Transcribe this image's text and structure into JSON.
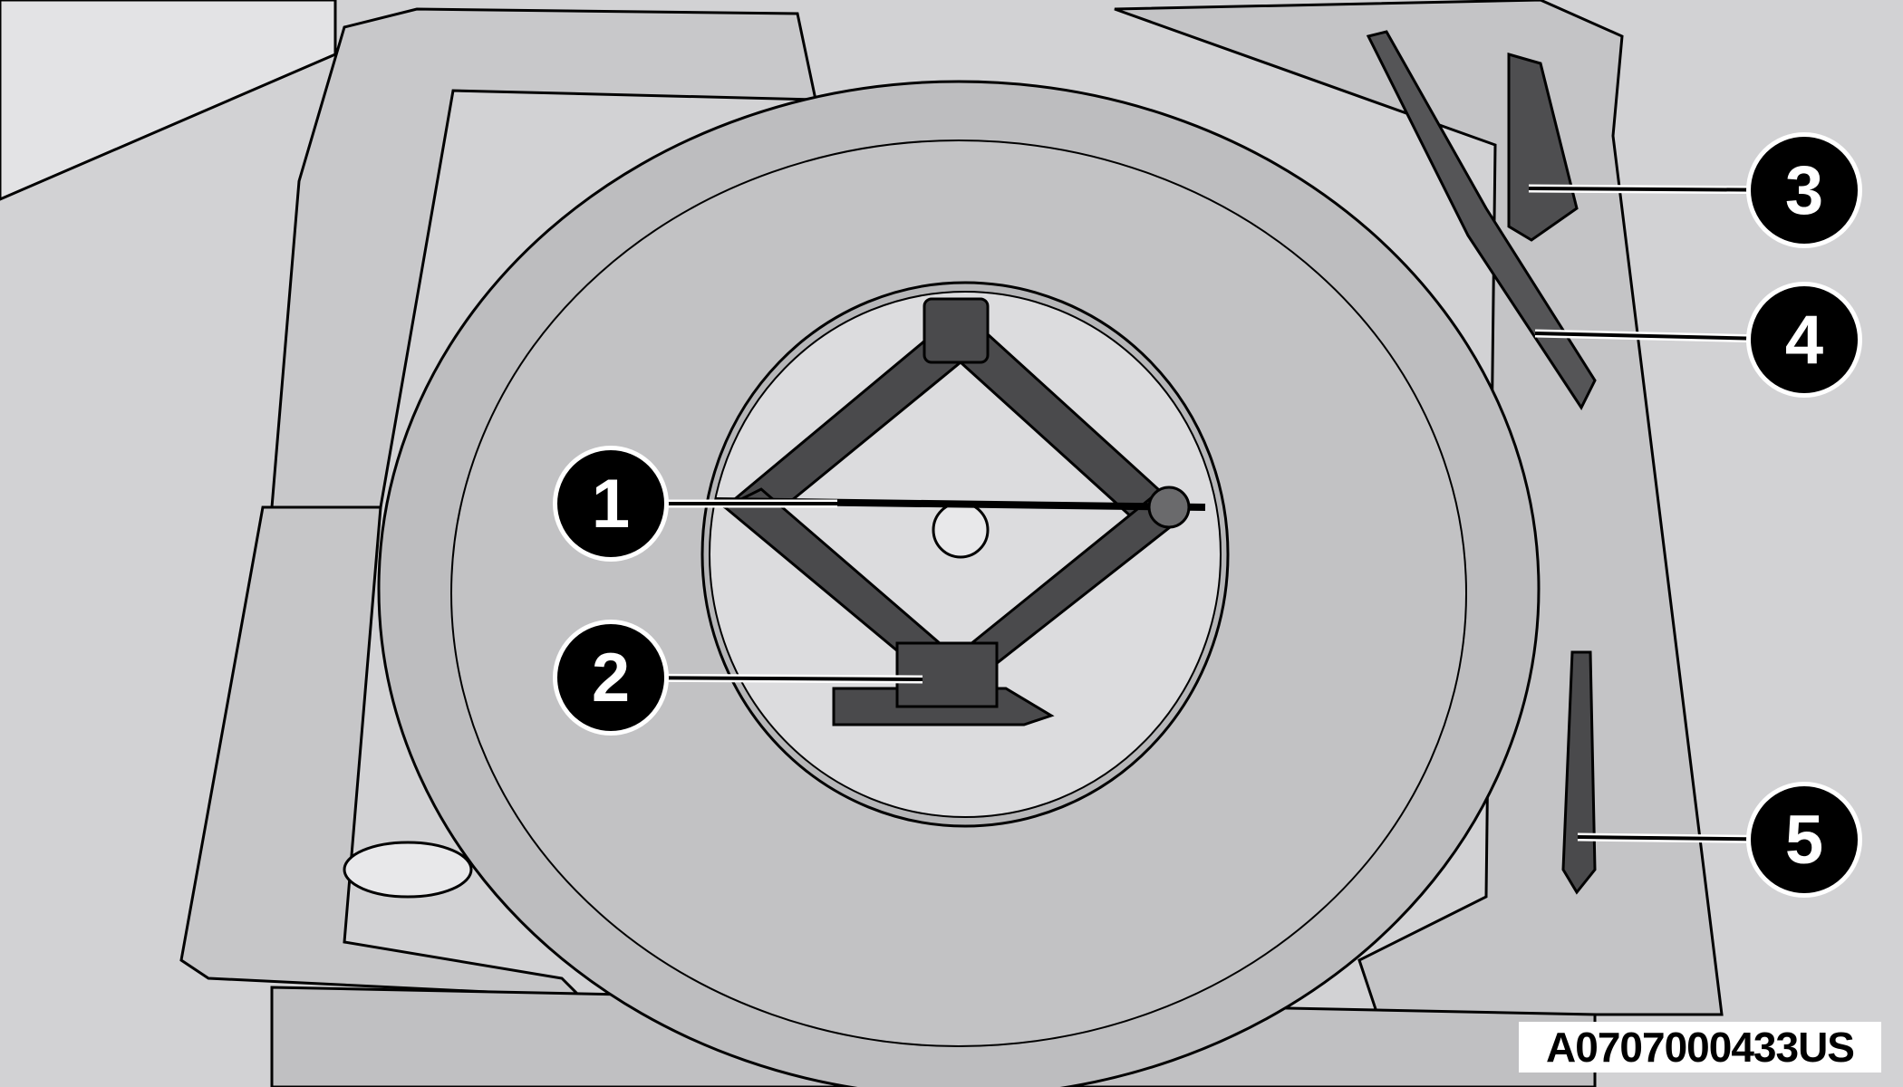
{
  "figure": {
    "id": "A0707000433US",
    "callouts": [
      "1",
      "2",
      "3",
      "4",
      "5"
    ]
  }
}
